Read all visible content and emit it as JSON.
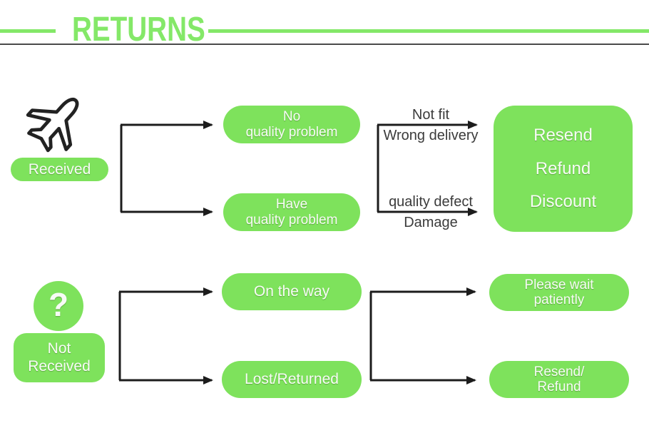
{
  "header": {
    "title": "RETURNS"
  },
  "colors": {
    "accent": "#7ee25c",
    "header_accent": "#84e868",
    "divider": "#4a4a4a",
    "arrow": "#1c1c1c",
    "label": "#3b3b3b"
  },
  "icons": {
    "received": "airplane-icon",
    "not_received": "question-mark-icon"
  },
  "received": {
    "start": "Received",
    "nodes": {
      "no_problem": {
        "line1": "No",
        "line2": "quality problem"
      },
      "have_problem": {
        "line1": "Have",
        "line2": "quality problem"
      }
    },
    "labels": {
      "not_fit": "Not fit",
      "wrong_delivery": "Wrong delivery",
      "quality_defect": "quality defect",
      "damage": "Damage"
    },
    "outcome": {
      "line1": "Resend",
      "line2": "Refund",
      "line3": "Discount"
    }
  },
  "not_received": {
    "question": "?",
    "start": {
      "line1": "Not",
      "line2": "Received"
    },
    "nodes": {
      "on_the_way": "On the way",
      "lost_returned": "Lost/Returned"
    },
    "outcomes": {
      "wait": {
        "line1": "Please wait",
        "line2": "patiently"
      },
      "resend_refund": {
        "line1": "Resend/",
        "line2": "Refund"
      }
    }
  }
}
